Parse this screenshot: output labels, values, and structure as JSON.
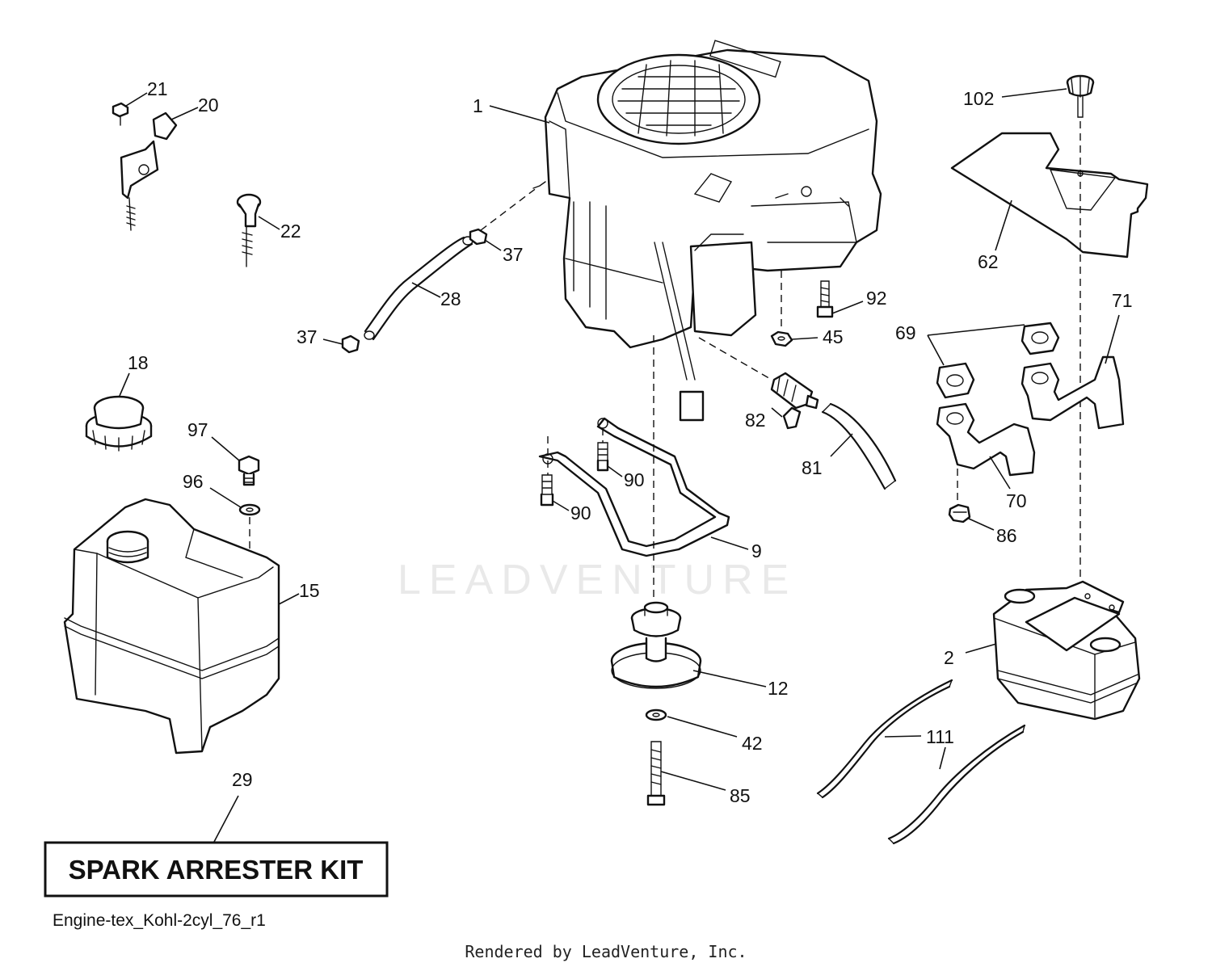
{
  "watermark": "LEADVENTURE",
  "kit_label": "SPARK ARRESTER KIT",
  "file_label": "Engine-tex_Kohl-2cyl_76_r1",
  "credit": "Rendered by LeadVenture, Inc.",
  "callouts": {
    "c1": "1",
    "c2": "2",
    "c9": "9",
    "c12": "12",
    "c15": "15",
    "c18": "18",
    "c20": "20",
    "c21": "21",
    "c22": "22",
    "c28": "28",
    "c29": "29",
    "c37a": "37",
    "c37b": "37",
    "c42": "42",
    "c45": "45",
    "c62": "62",
    "c69": "69",
    "c70": "70",
    "c71": "71",
    "c81": "81",
    "c82": "82",
    "c85": "85",
    "c86": "86",
    "c90a": "90",
    "c90b": "90",
    "c92": "92",
    "c96": "96",
    "c97": "97",
    "c102": "102",
    "c111": "111"
  }
}
